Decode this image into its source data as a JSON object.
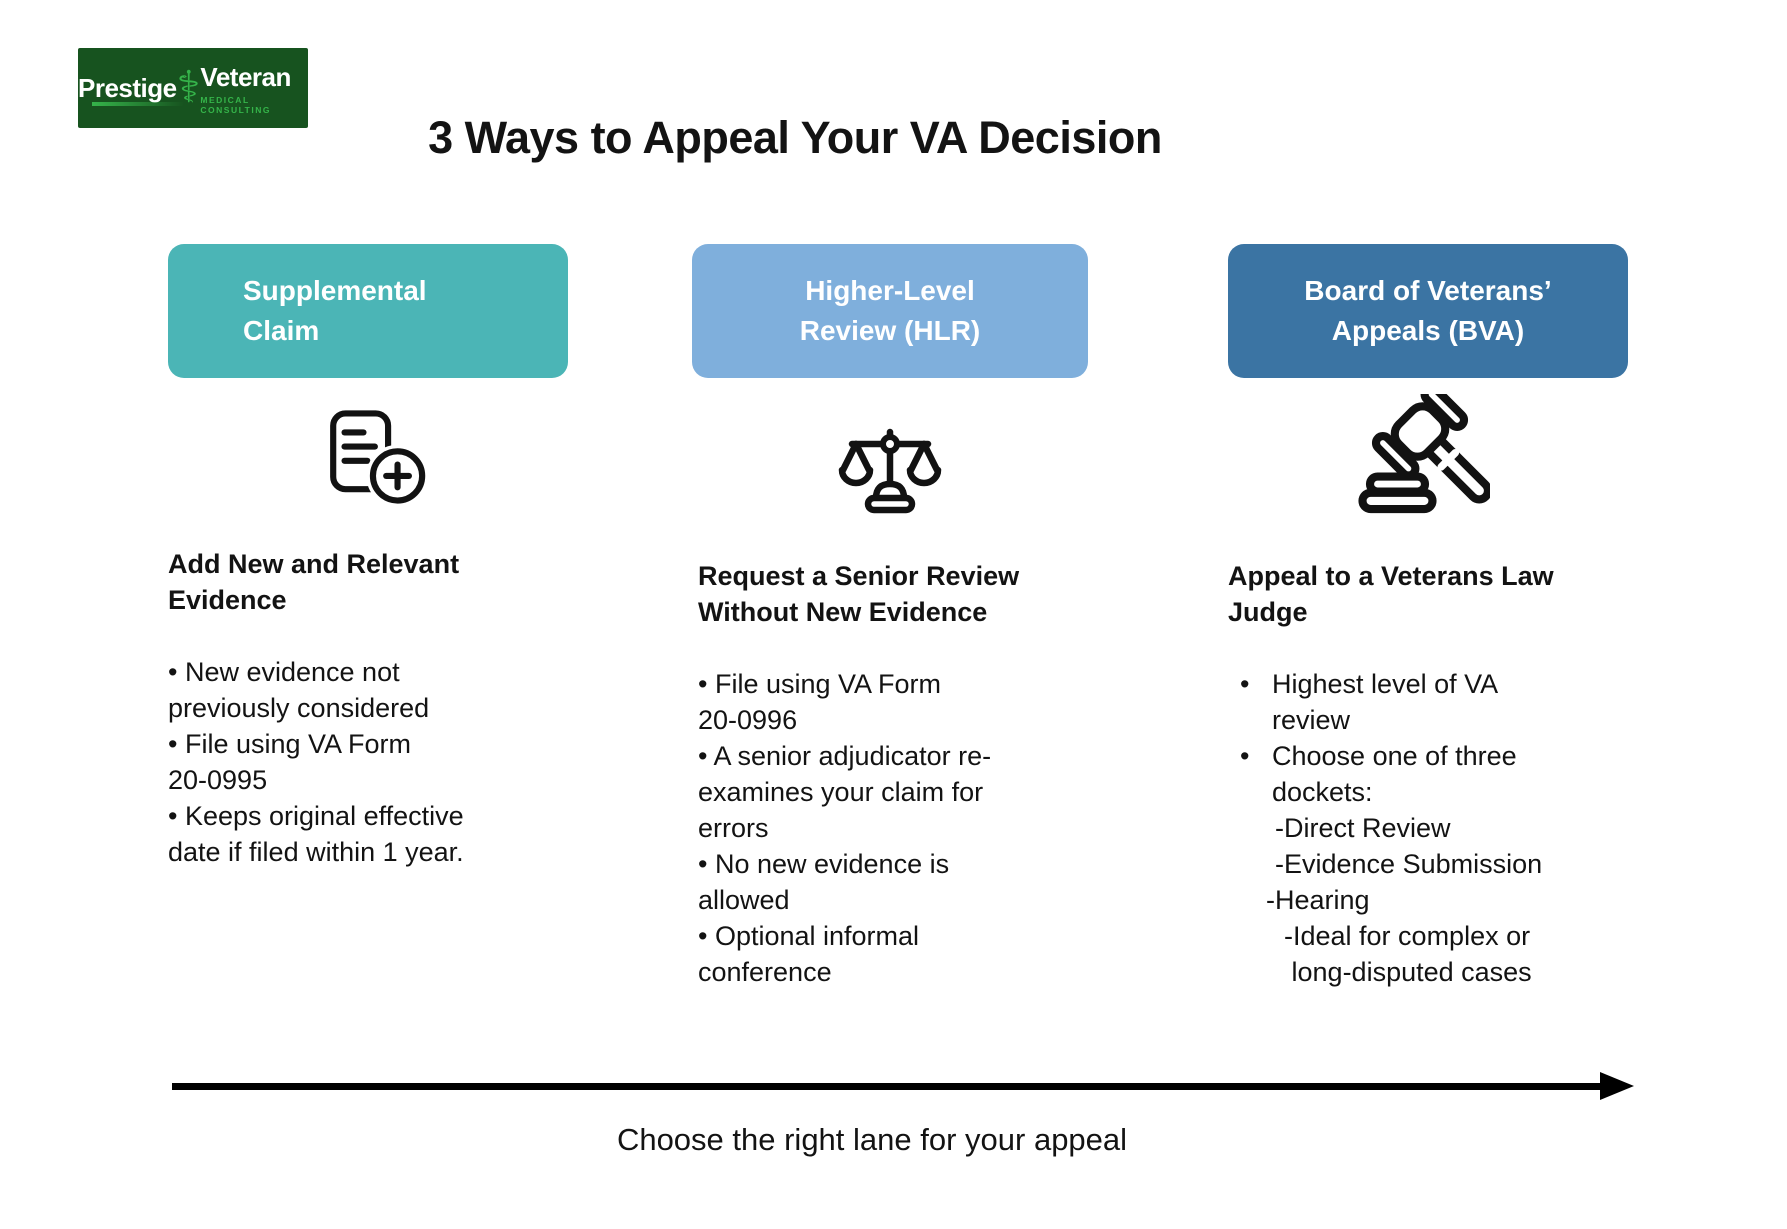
{
  "logo": {
    "word1": "Prestige",
    "word2": "Veteran",
    "tagline": "MEDICAL CONSULTING",
    "bg_color": "#17531f",
    "accent_color": "#35b44a",
    "caduceus_glyph": "⚕",
    "icon": "caduceus-icon"
  },
  "title": "3 Ways to Appeal Your VA Decision",
  "columns": [
    {
      "header": "Supplemental\nClaim",
      "header_bg": "#4bb5b6",
      "icon": "document-plus-icon",
      "heading": "Add New and Relevant\nEvidence",
      "items": [
        {
          "type": "para",
          "text": "• New evidence not\npreviously considered"
        },
        {
          "type": "para",
          "text": "• File using VA Form\n20-0995"
        },
        {
          "type": "para",
          "text": "• Keeps original effective\ndate if filed within 1 year."
        }
      ]
    },
    {
      "header": "Higher-Level\nReview (HLR)",
      "header_bg": "#7fafdc",
      "icon": "scales-of-justice-icon",
      "heading": "Request a Senior Review\nWithout New Evidence",
      "items": [
        {
          "type": "para",
          "text": "• File using VA Form\n20-0996"
        },
        {
          "type": "para",
          "text": "• A senior adjudicator re-\nexamines your claim for\nerrors"
        },
        {
          "type": "para",
          "text": "• No new evidence is\nallowed"
        },
        {
          "type": "para",
          "text": "• Optional informal\nconference"
        }
      ]
    },
    {
      "header": "Board of Veterans’\nAppeals (BVA)",
      "header_bg": "#3b74a3",
      "icon": "gavel-icon",
      "heading": "Appeal to a Veterans Law\nJudge",
      "items": [
        {
          "type": "list-bullet",
          "text": "Highest level of VA\nreview"
        },
        {
          "type": "list-bullet",
          "text": "Choose one of three\ndockets:"
        },
        {
          "type": "sub-indent-1",
          "text": "-Direct Review"
        },
        {
          "type": "sub-indent-1",
          "text": "-Evidence Submission"
        },
        {
          "type": "sub-indent-0",
          "text": "-Hearing"
        },
        {
          "type": "sub-indent-2",
          "text": "-Ideal for complex or\n long-disputed cases"
        }
      ]
    }
  ],
  "footer": {
    "caption": "Choose the right lane for your appeal"
  },
  "bullet_glyph": "•",
  "ink_color": "#131313"
}
